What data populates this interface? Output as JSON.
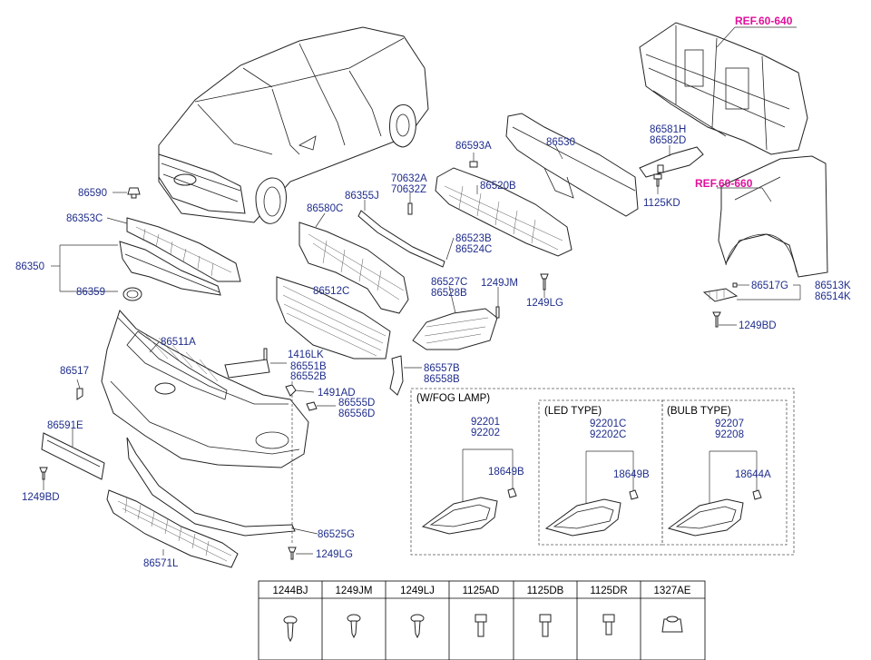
{
  "refs": {
    "upper_panel": "REF.60-640",
    "fender": "REF.60-660"
  },
  "labels": {
    "p86590": "86590",
    "p86353C": "86353C",
    "p86350": "86350",
    "p86359": "86359",
    "p86511A": "86511A",
    "p86517": "86517",
    "p86591E": "86591E",
    "p1249BD_left": "1249BD",
    "p86571L": "86571L",
    "p86525G": "86525G",
    "p1249LG_bottom": "1249LG",
    "p1416LK": "1416LK",
    "p86551B": "86551B",
    "p86552B": "86552B",
    "p1491AD": "1491AD",
    "p86555D": "86555D",
    "p86556D": "86556D",
    "p86512C": "86512C",
    "p86580C": "86580C",
    "p86355J": "86355J",
    "p70632A": "70632A",
    "p70632Z": "70632Z",
    "p86593A": "86593A",
    "p86530": "86530",
    "p86520B": "86520B",
    "p86523B": "86523B",
    "p86524C": "86524C",
    "p86527C": "86527C",
    "p86528B": "86528B",
    "p1249JM": "1249JM",
    "p1249LG": "1249LG",
    "p86557B": "86557B",
    "p86558B": "86558B",
    "p86581H": "86581H",
    "p86582D": "86582D",
    "p1125KD": "1125KD",
    "p86517G": "86517G",
    "p86513K": "86513K",
    "p86514K": "86514K",
    "p1249BD_right": "1249BD"
  },
  "fog": {
    "title": "(W/FOG LAMP)",
    "a1": "92201",
    "a2": "92202",
    "a_bolt": "18649B",
    "led_title": "(LED TYPE)",
    "b1": "92201C",
    "b2": "92202C",
    "b_bolt": "18649B",
    "bulb_title": "(BULB TYPE)",
    "c1": "92207",
    "c2": "92208",
    "c_bolt": "18644A"
  },
  "fasteners": [
    "1244BJ",
    "1249JM",
    "1249LJ",
    "1125AD",
    "1125DB",
    "1125DR",
    "1327AE"
  ]
}
